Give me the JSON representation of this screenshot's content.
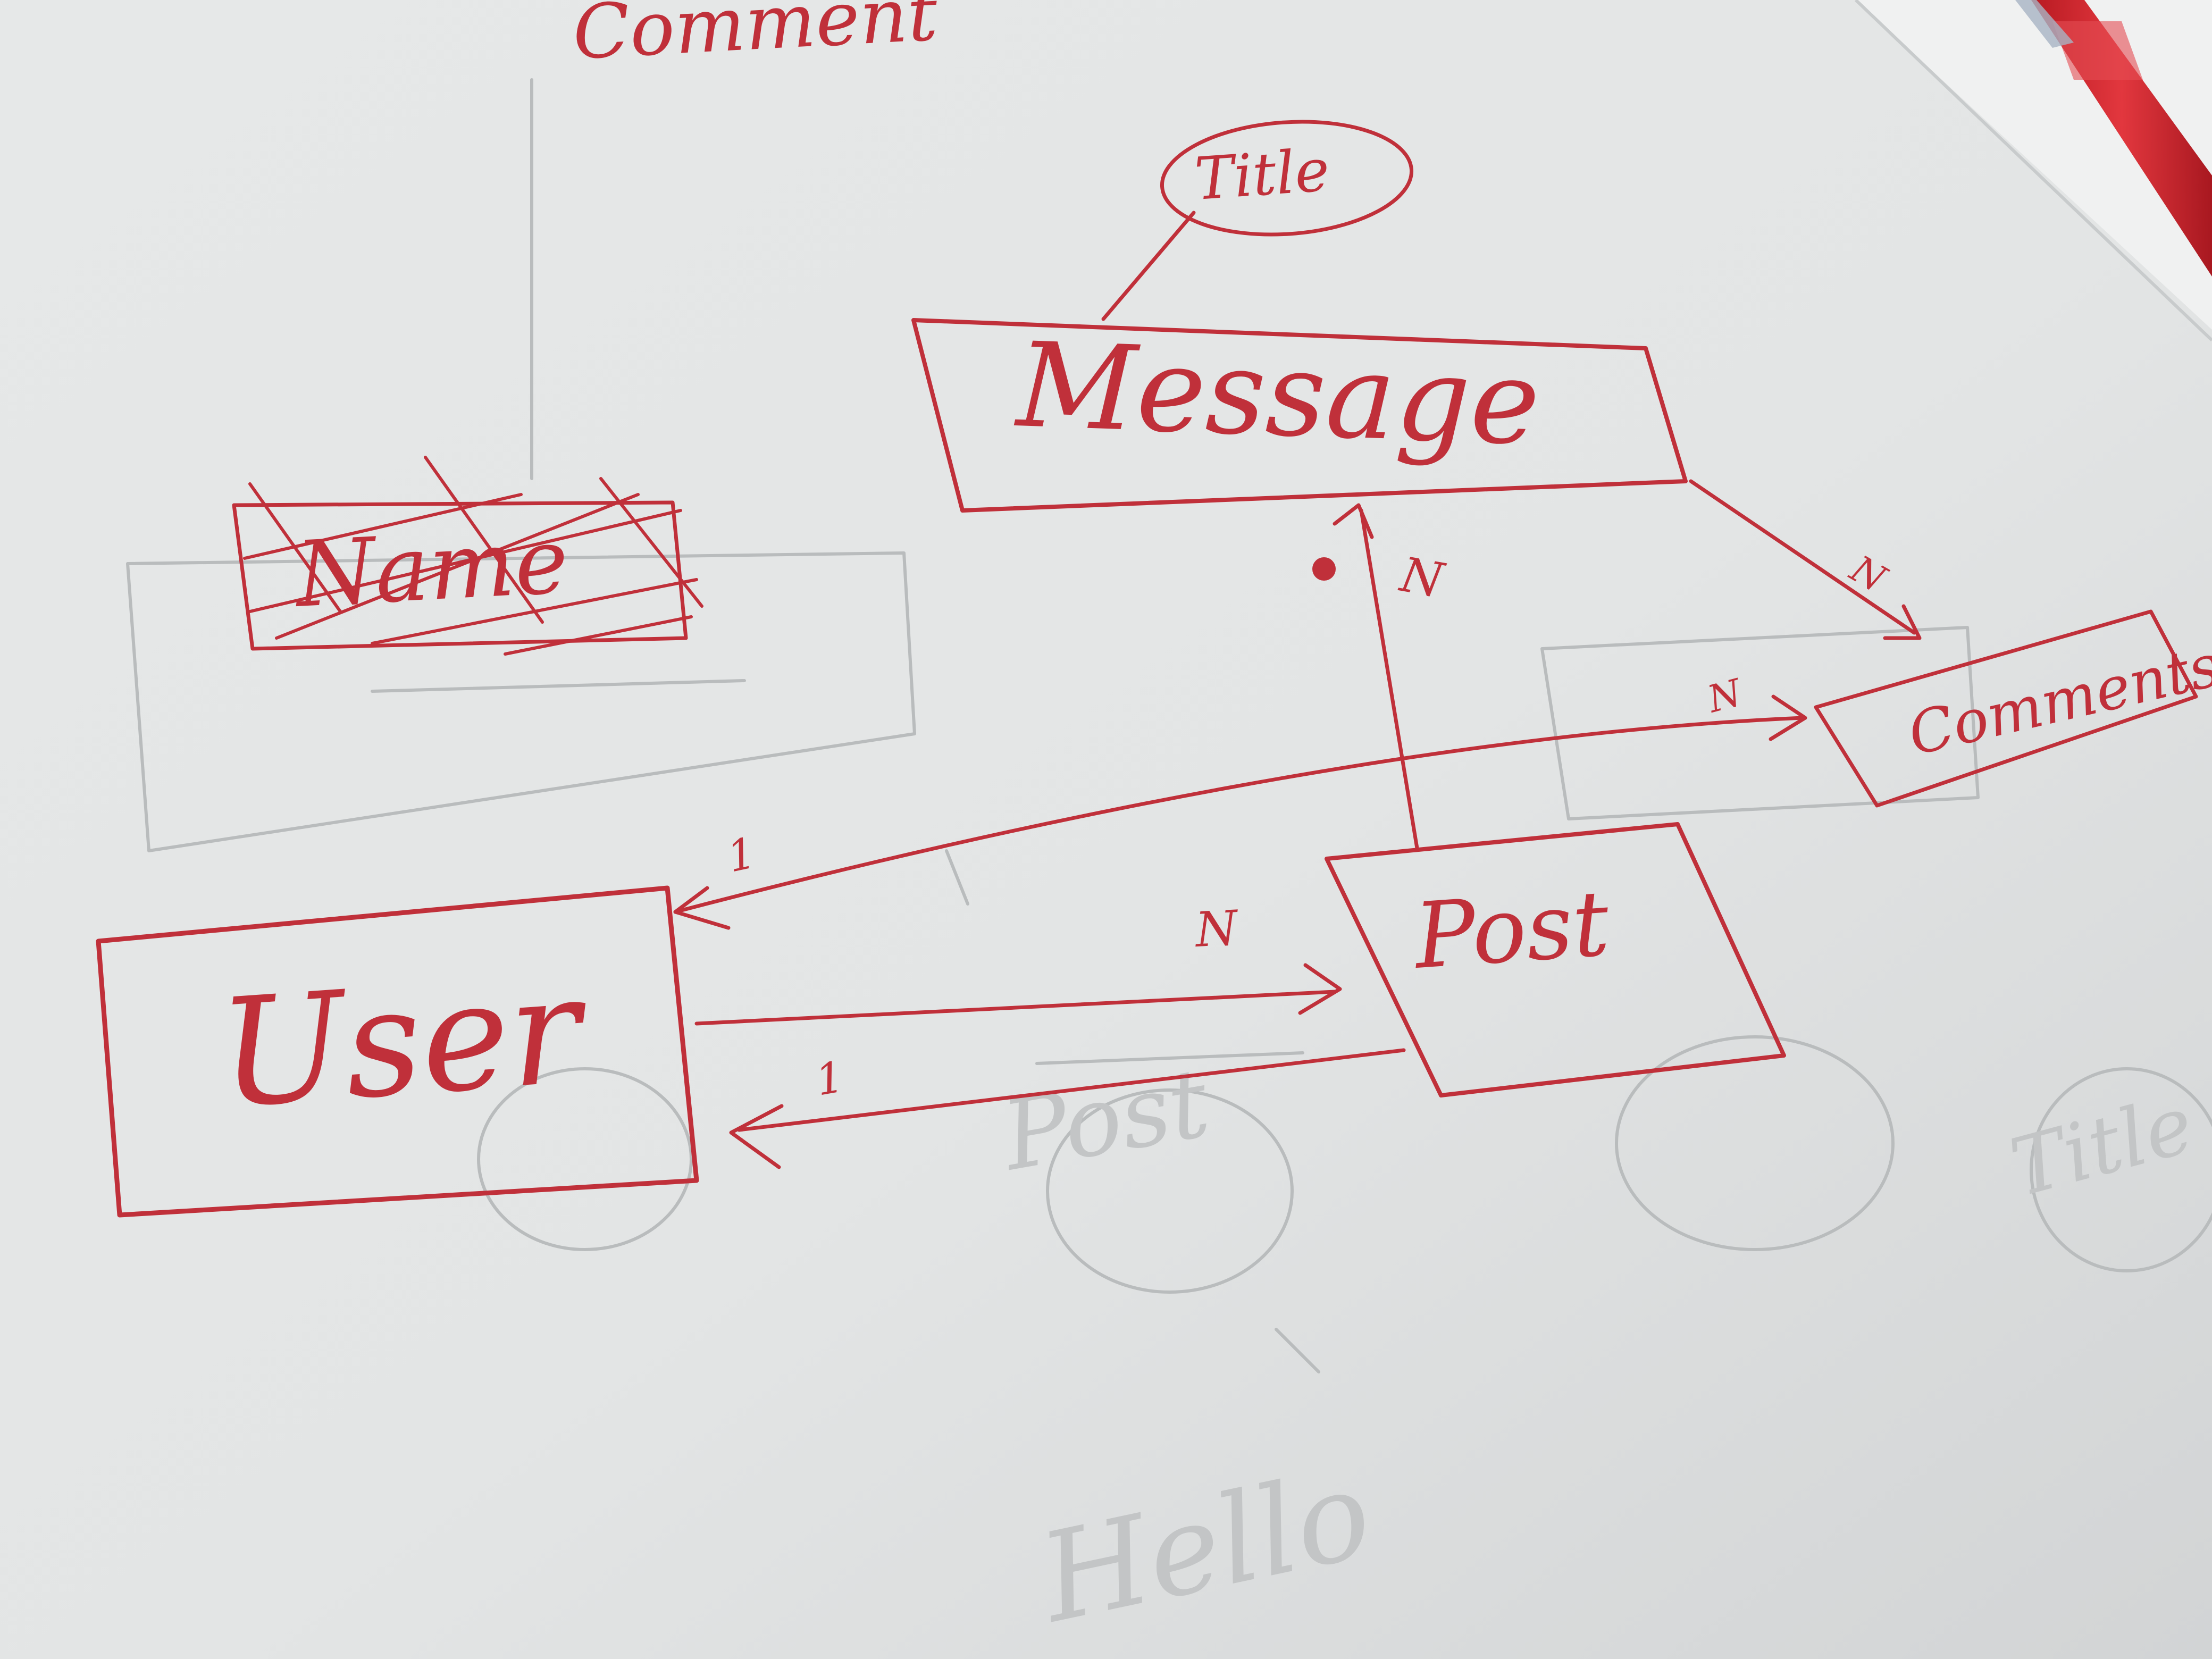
{
  "diagram": {
    "heading": "Comment",
    "entities": {
      "message": "Message",
      "title_attribute": "Title",
      "name_crossed_out": "Name",
      "comments": "Comments",
      "user": "User",
      "post": "Post"
    },
    "cardinalities": {
      "post_to_message": "N",
      "message_to_comments": "N",
      "user_to_comments": "N",
      "comments_to_user": "1",
      "user_to_post": "N",
      "post_to_user": "1"
    },
    "ghost_strokes_from_previous_page": [
      "Post",
      "Title",
      "Hello"
    ],
    "colors": {
      "ink": "#c0303a",
      "paper": "#e9eaea",
      "ghost": "#c3c5c6",
      "pen_body": "#d8242c"
    }
  }
}
